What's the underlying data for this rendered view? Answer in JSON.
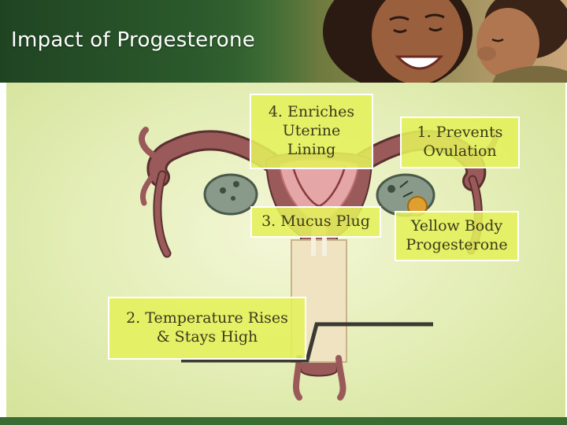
{
  "slide": {
    "title": "Impact of Progesterone"
  },
  "labels": {
    "enriches_lining": "4. Enriches\nUterine\nLining",
    "prevents_ovulation": "1. Prevents\nOvulation",
    "mucus_plug": "3. Mucus Plug",
    "yellow_body": "Yellow Body\nProgesterone",
    "temperature": "2. Temperature Rises\n& Stays High"
  },
  "colors": {
    "header_green": "#2c5a2c",
    "label_fill": "#e4f05a",
    "organ_pink": "#9b5a5a",
    "content_bg": "#e6efbb"
  }
}
